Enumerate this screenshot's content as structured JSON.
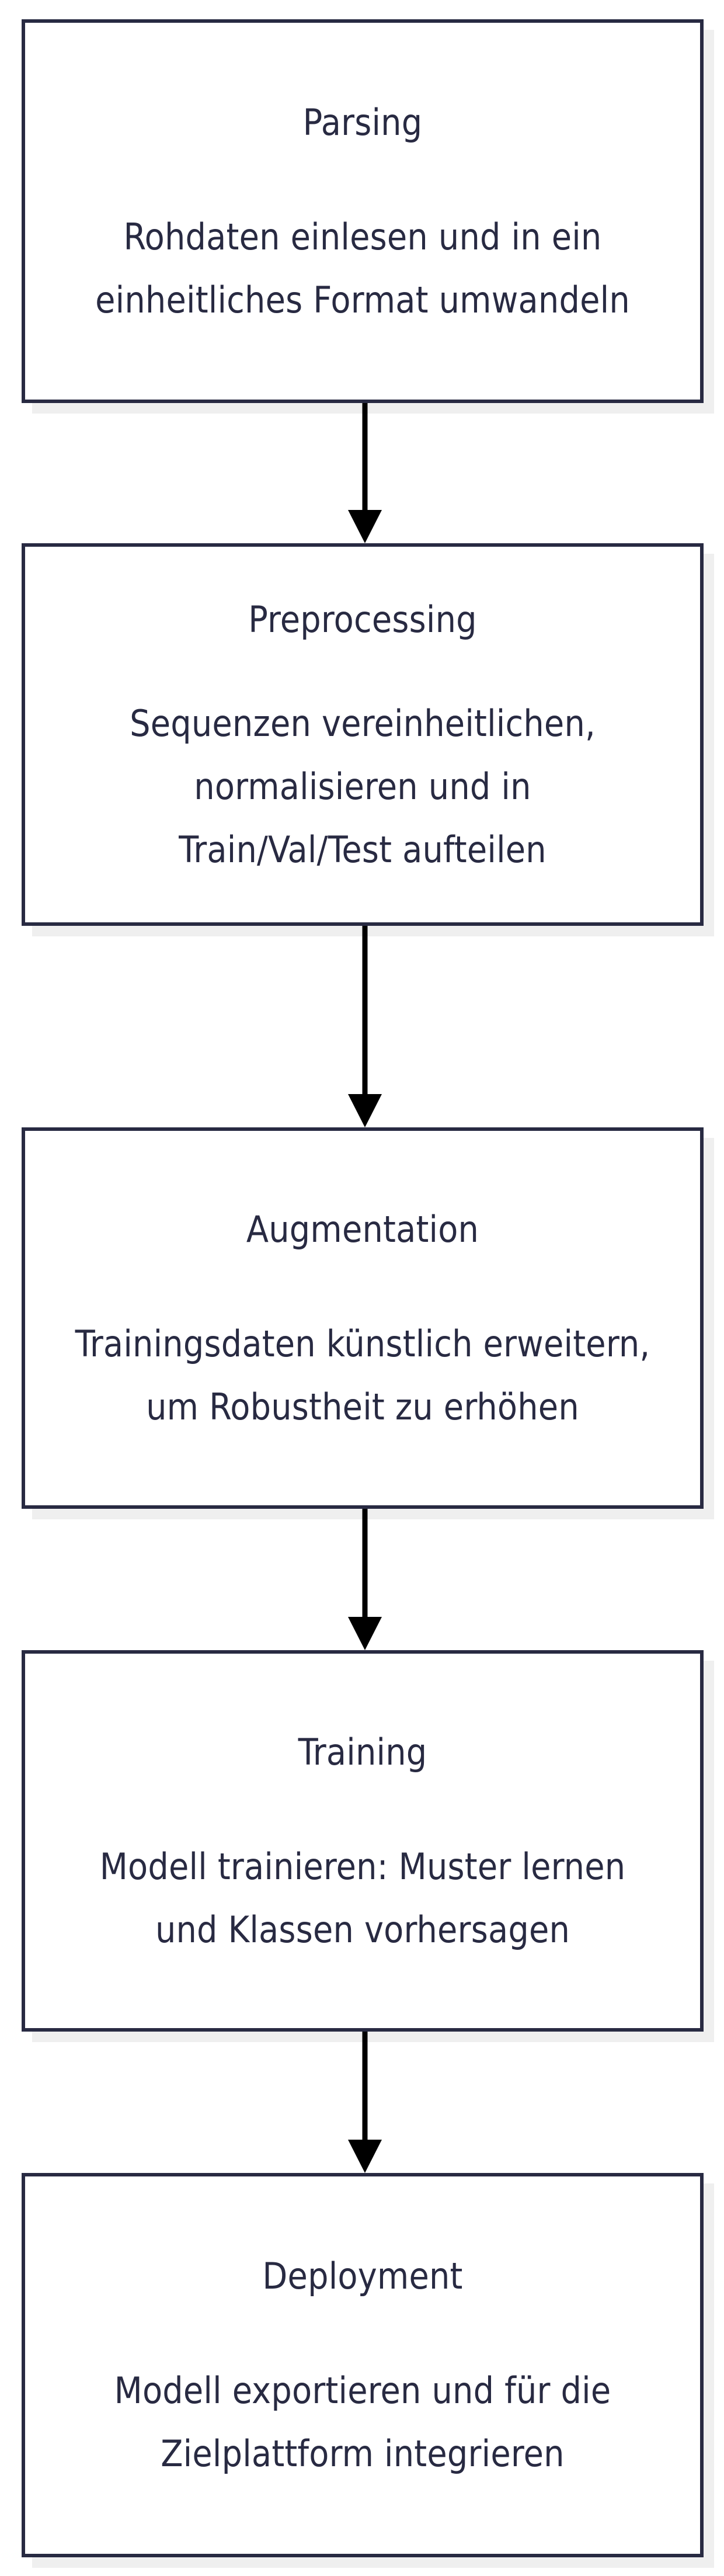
{
  "diagram": {
    "type": "flowchart",
    "orientation": "top-to-bottom",
    "language": "de",
    "background_color": "#FFFFFF",
    "node_border_color": "#282A42",
    "node_fill_color": "#FFFFFF",
    "node_shadow_color": "#EFEFEF",
    "text_color": "#282A42",
    "arrow_color": "#000000",
    "nodes": [
      {
        "id": "parsing",
        "title": "Parsing",
        "description": "Rohdaten einlesen und in ein einheitliches Format umwandeln"
      },
      {
        "id": "preprocessing",
        "title": "Preprocessing",
        "description": "Sequenzen vereinheitlichen, normalisieren und in Train/Val/Test aufteilen"
      },
      {
        "id": "augmentation",
        "title": "Augmentation",
        "description": "Trainingsdaten künstlich erweitern, um Robustheit zu erhöhen"
      },
      {
        "id": "training",
        "title": "Training",
        "description": "Modell trainieren: Muster lernen und Klassen vorhersagen"
      },
      {
        "id": "deployment",
        "title": "Deployment",
        "description": "Modell exportieren und für die Zielplattform integrieren"
      }
    ],
    "edges": [
      {
        "id": "edge-parsing-preprocessing",
        "from": "parsing",
        "to": "preprocessing",
        "label": "",
        "icon": "arrow-down-icon"
      },
      {
        "id": "edge-preprocessing-augmentation",
        "from": "preprocessing",
        "to": "augmentation",
        "label": "",
        "icon": "arrow-down-icon"
      },
      {
        "id": "edge-augmentation-training",
        "from": "augmentation",
        "to": "training",
        "label": "",
        "icon": "arrow-down-icon"
      },
      {
        "id": "edge-training-deployment",
        "from": "training",
        "to": "deployment",
        "label": "",
        "icon": "arrow-down-icon"
      }
    ]
  }
}
